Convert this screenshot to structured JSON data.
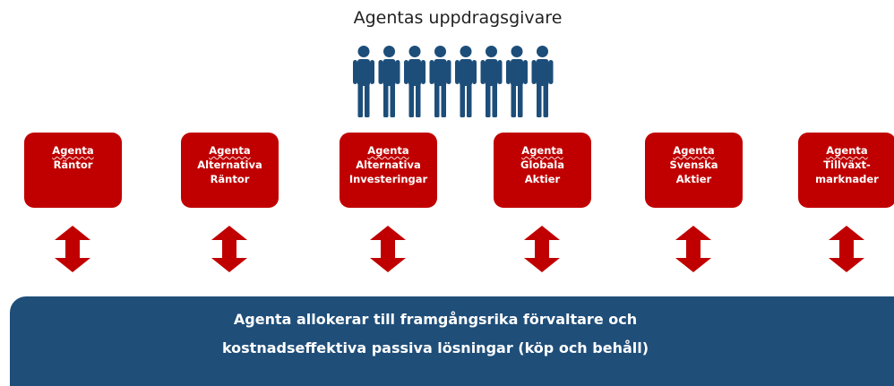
{
  "title": "Agentas uppdragsgivare",
  "colors": {
    "box_red": "#c00000",
    "arrow_red": "#c00000",
    "people_blue": "#1d4e7a",
    "banner_blue": "#1f4e79"
  },
  "people": {
    "icon": "person-icon",
    "count": 8
  },
  "boxes": [
    {
      "line1": "Agenta",
      "line2": "Räntor",
      "line3": ""
    },
    {
      "line1": "Agenta",
      "line2": "Alternativa",
      "line3": "Räntor"
    },
    {
      "line1": "Agenta",
      "line2": "Alternativa",
      "line3": "Investeringar"
    },
    {
      "line1": "Agenta",
      "line2": "Globala",
      "line3": "Aktier"
    },
    {
      "line1": "Agenta",
      "line2": "Svenska",
      "line3": "Aktier"
    },
    {
      "line1": "Agenta",
      "line2": "Tillväxt-",
      "line3": "marknader"
    }
  ],
  "arrow_icon": "double-headed-vertical-arrow-icon",
  "banner": {
    "line1": "Agenta allokerar till framgångsrika förvaltare och",
    "line2": "kostnadseffektiva passiva lösningar (köp och behåll)"
  }
}
